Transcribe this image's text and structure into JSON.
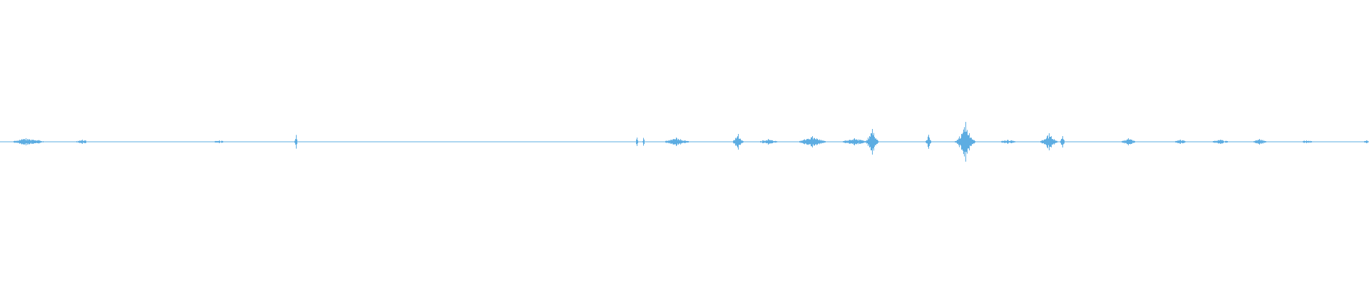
{
  "chart_data": {
    "type": "waveform",
    "color": "#5dade2",
    "background": "#ffffff",
    "amplitude_range": [
      -1,
      1
    ],
    "time_range": [
      0,
      1
    ],
    "baseline_noise": 0.004,
    "bursts": [
      {
        "t": 0.019,
        "amp": 0.025,
        "dur": 0.012
      },
      {
        "t": 0.028,
        "amp": 0.012,
        "dur": 0.008
      },
      {
        "t": 0.06,
        "amp": 0.015,
        "dur": 0.006
      },
      {
        "t": 0.16,
        "amp": 0.01,
        "dur": 0.006
      },
      {
        "t": 0.216,
        "amp": 0.05,
        "dur": 0.001
      },
      {
        "t": 0.465,
        "amp": 0.03,
        "dur": 0.001
      },
      {
        "t": 0.47,
        "amp": 0.03,
        "dur": 0.001
      },
      {
        "t": 0.494,
        "amp": 0.03,
        "dur": 0.01
      },
      {
        "t": 0.539,
        "amp": 0.055,
        "dur": 0.004
      },
      {
        "t": 0.561,
        "amp": 0.02,
        "dur": 0.008
      },
      {
        "t": 0.593,
        "amp": 0.04,
        "dur": 0.01
      },
      {
        "t": 0.624,
        "amp": 0.025,
        "dur": 0.01
      },
      {
        "t": 0.634,
        "amp": 0.03,
        "dur": 0.002
      },
      {
        "t": 0.637,
        "amp": 0.09,
        "dur": 0.004
      },
      {
        "t": 0.678,
        "amp": 0.05,
        "dur": 0.002
      },
      {
        "t": 0.705,
        "amp": 0.14,
        "dur": 0.006
      },
      {
        "t": 0.736,
        "amp": 0.015,
        "dur": 0.008
      },
      {
        "t": 0.766,
        "amp": 0.06,
        "dur": 0.006
      },
      {
        "t": 0.776,
        "amp": 0.04,
        "dur": 0.002
      },
      {
        "t": 0.824,
        "amp": 0.025,
        "dur": 0.006
      },
      {
        "t": 0.862,
        "amp": 0.015,
        "dur": 0.006
      },
      {
        "t": 0.891,
        "amp": 0.015,
        "dur": 0.008
      },
      {
        "t": 0.92,
        "amp": 0.02,
        "dur": 0.006
      },
      {
        "t": 0.954,
        "amp": 0.01,
        "dur": 0.008
      },
      {
        "t": 0.998,
        "amp": 0.01,
        "dur": 0.004
      }
    ]
  }
}
